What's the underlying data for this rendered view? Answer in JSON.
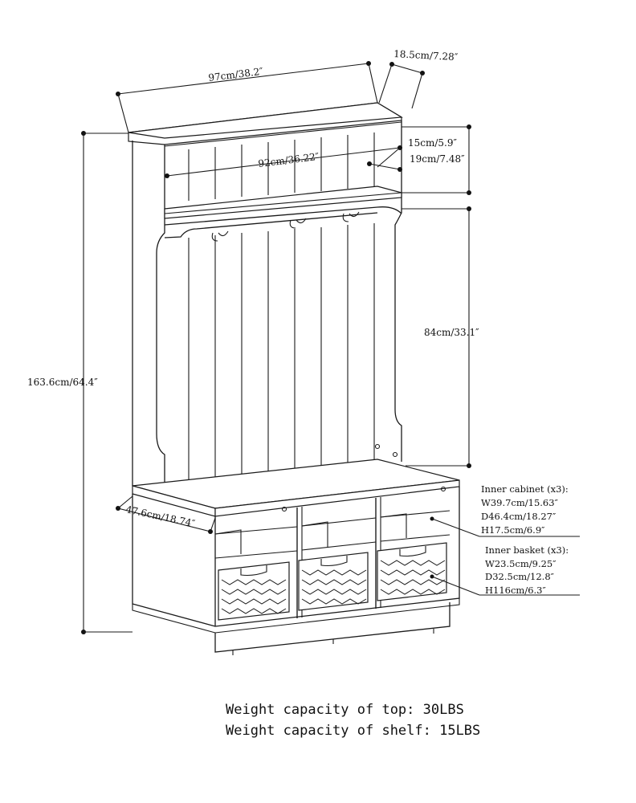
{
  "dimensions": {
    "width": "97cm/38.2″",
    "depth_top": "18.5cm/7.28″",
    "inner_width": "92cm/36.22″",
    "shelf_depth": "15cm/5.9″",
    "shelf_height": "19cm/7.48″",
    "total_height": "163.6cm/64.4″",
    "back_height": "84cm/33.1″",
    "bench_depth": "47.6cm/18.74″"
  },
  "inner_cabinet": {
    "title": "Inner cabinet (x3):",
    "w": "W39.7cm/15.63″",
    "d": "D46.4cm/18.27″",
    "h": "H17.5cm/6.9″"
  },
  "inner_basket": {
    "title": "Inner basket (x3):",
    "w": "W23.5cm/9.25″",
    "d": "D32.5cm/12.8″",
    "h": "H116cm/6.3″"
  },
  "capacity": {
    "top": "Weight capacity of top: 30LBS",
    "shelf": "Weight capacity of shelf: 15LBS"
  }
}
